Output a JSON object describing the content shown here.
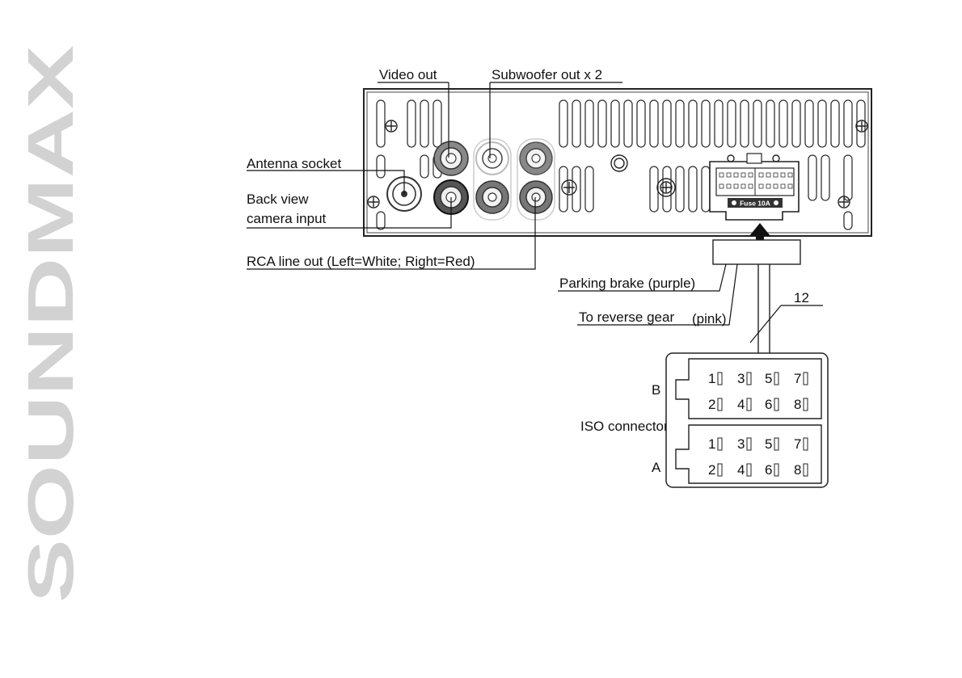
{
  "brand": {
    "text": "SOUNDMAX",
    "color": "#d2d2d2"
  },
  "labels": {
    "video_out": "Video out",
    "subwoofer_out": "Subwoofer out x 2",
    "antenna_socket": "Antenna socket",
    "back_view_line1": "Back view",
    "back_view_line2": "camera input",
    "rca_line_out": "RCA line out (Left=White; Right=Red)",
    "parking_brake": "Parking brake (purple)",
    "reverse_gear": "To reverse gear",
    "reverse_gear_color": "(pink)",
    "wire_count": "12",
    "iso_connector": "ISO connector",
    "block_b": "B",
    "block_a": "A",
    "fuse": "Fuse 10A"
  },
  "connector": {
    "block_b_pins": [
      [
        "1",
        "3",
        "5",
        "7"
      ],
      [
        "2",
        "4",
        "6",
        "8"
      ]
    ],
    "block_a_pins": [
      [
        "1",
        "3",
        "5",
        "7"
      ],
      [
        "2",
        "4",
        "6",
        "8"
      ]
    ]
  }
}
